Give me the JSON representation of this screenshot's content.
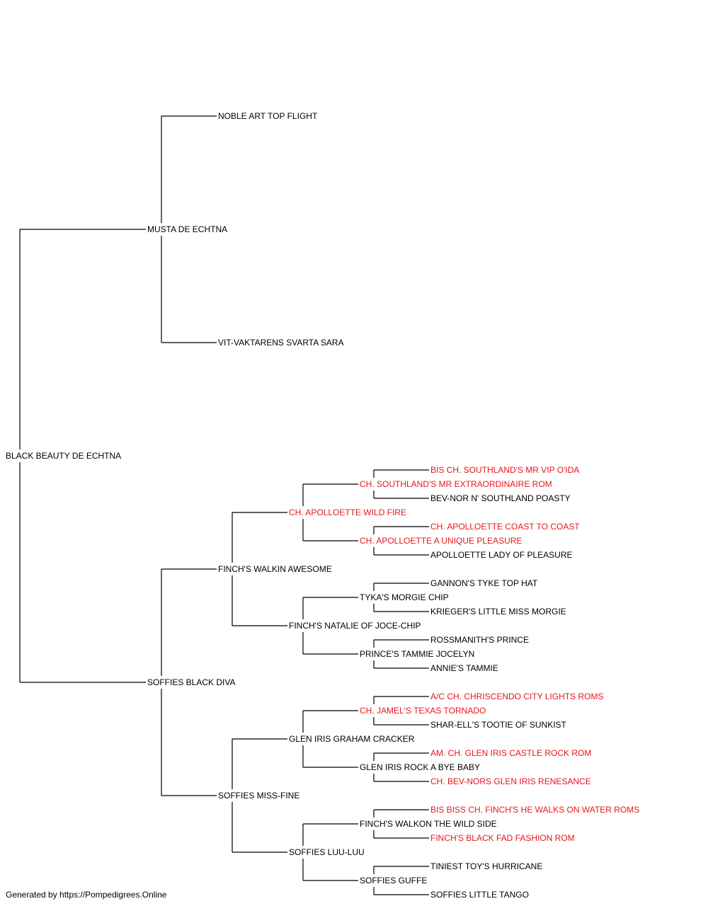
{
  "colors": {
    "default": "#000000",
    "champion": "#e8161b",
    "line": "#000000"
  },
  "tree": {
    "name": "BLACK BEAUTY DE ECHTNA",
    "sire": {
      "name": "MUSTA DE ECHTNA",
      "sire": {
        "name": "NOBLE ART TOP FLIGHT"
      },
      "dam": {
        "name": "VIT-VAKTARENS SVARTA SARA"
      }
    },
    "dam": {
      "name": "SOFFIES BLACK DIVA",
      "sire": {
        "name": "FINCH'S WALKIN AWESOME",
        "sire": {
          "name": "CH. APOLLOETTE WILD FIRE",
          "highlight": true,
          "sire": {
            "name": "CH. SOUTHLAND'S MR EXTRAORDINAIRE ROM",
            "highlight": true,
            "sire": {
              "name": "BIS CH. SOUTHLAND'S MR VIP O'IDA",
              "highlight": true
            },
            "dam": {
              "name": "BEV-NOR N' SOUTHLAND POASTY"
            }
          },
          "dam": {
            "name": "CH. APOLLOETTE A UNIQUE PLEASURE",
            "highlight": true,
            "sire": {
              "name": "CH. APOLLOETTE COAST TO COAST",
              "highlight": true
            },
            "dam": {
              "name": "APOLLOETTE LADY OF PLEASURE"
            }
          }
        },
        "dam": {
          "name": "FINCH'S NATALIE OF JOCE-CHIP",
          "sire": {
            "name": "TYKA'S MORGIE CHIP",
            "sire": {
              "name": "GANNON'S TYKE TOP HAT"
            },
            "dam": {
              "name": "KRIEGER'S LITTLE MISS MORGIE"
            }
          },
          "dam": {
            "name": "PRINCE'S TAMMIE JOCELYN",
            "sire": {
              "name": "ROSSMANITH'S PRINCE"
            },
            "dam": {
              "name": "ANNIE'S TAMMIE"
            }
          }
        }
      },
      "dam": {
        "name": "SOFFIES MISS-FINE",
        "sire": {
          "name": "GLEN IRIS GRAHAM CRACKER",
          "sire": {
            "name": "CH. JAMEL'S TEXAS TORNADO",
            "highlight": true,
            "sire": {
              "name": "A/C CH. CHRISCENDO CITY LIGHTS ROMS",
              "highlight": true
            },
            "dam": {
              "name": "SHAR-ELL'S TOOTIE OF SUNKIST"
            }
          },
          "dam": {
            "name": "GLEN IRIS ROCK A BYE BABY",
            "sire": {
              "name": "AM. CH. GLEN IRIS CASTLE ROCK ROM",
              "highlight": true
            },
            "dam": {
              "name": "CH. BEV-NORS GLEN IRIS RENESANCE",
              "highlight": true
            }
          }
        },
        "dam": {
          "name": "SOFFIES LUU-LUU",
          "sire": {
            "name": "FINCH'S WALKON THE WILD SIDE",
            "sire": {
              "name": "BIS BISS CH. FINCH'S HE WALKS ON WATER ROMS",
              "highlight": true
            },
            "dam": {
              "name": "FINCH'S BLACK FAD FASHION ROM",
              "highlight": true
            }
          },
          "dam": {
            "name": "SOFFIES GUFFE",
            "sire": {
              "name": "TINIEST TOY'S HURRICANE"
            },
            "dam": {
              "name": "SOFFIES LITTLE TANGO"
            }
          }
        }
      }
    }
  },
  "footer": {
    "text": "Generated by https://Pompedigrees.Online"
  }
}
